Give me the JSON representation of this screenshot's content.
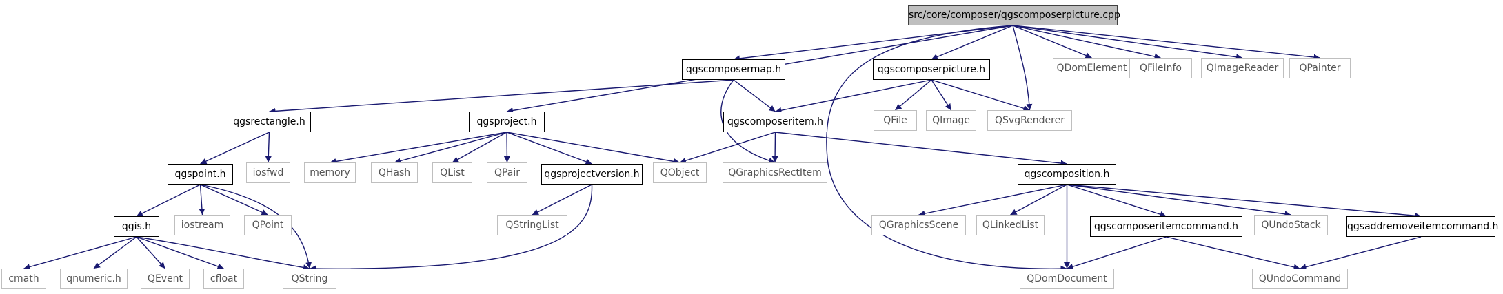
{
  "graph": {
    "edge_color": "#191970",
    "root_fill": "#bfbfbf",
    "external_border": "#bfbfbf",
    "nodes": {
      "root": {
        "label": "src/core/composer/qgscomposerpicture.cpp",
        "kind": "root"
      },
      "composermap": {
        "label": "qgscomposermap.h",
        "kind": "int"
      },
      "composerpicture_h": {
        "label": "qgscomposerpicture.h",
        "kind": "int"
      },
      "qdomelement": {
        "label": "QDomElement",
        "kind": "ext"
      },
      "qfileinfo": {
        "label": "QFileInfo",
        "kind": "ext"
      },
      "qimagereader": {
        "label": "QImageReader",
        "kind": "ext"
      },
      "qpainter": {
        "label": "QPainter",
        "kind": "ext"
      },
      "rectangle": {
        "label": "qgsrectangle.h",
        "kind": "int"
      },
      "project": {
        "label": "qgsproject.h",
        "kind": "int"
      },
      "composeritem": {
        "label": "qgscomposeritem.h",
        "kind": "int"
      },
      "qfile": {
        "label": "QFile",
        "kind": "ext"
      },
      "qimage": {
        "label": "QImage",
        "kind": "ext"
      },
      "qsvgrenderer": {
        "label": "QSvgRenderer",
        "kind": "ext"
      },
      "point": {
        "label": "qgspoint.h",
        "kind": "int"
      },
      "iosfwd": {
        "label": "iosfwd",
        "kind": "ext"
      },
      "memory": {
        "label": "memory",
        "kind": "ext"
      },
      "qhash": {
        "label": "QHash",
        "kind": "ext"
      },
      "qlist": {
        "label": "QList",
        "kind": "ext"
      },
      "qpair": {
        "label": "QPair",
        "kind": "ext"
      },
      "projectversion": {
        "label": "qgsprojectversion.h",
        "kind": "int"
      },
      "qobject": {
        "label": "QObject",
        "kind": "ext"
      },
      "qgraphicsrectitem": {
        "label": "QGraphicsRectItem",
        "kind": "ext"
      },
      "composition": {
        "label": "qgscomposition.h",
        "kind": "int"
      },
      "qgis": {
        "label": "qgis.h",
        "kind": "int"
      },
      "iostream": {
        "label": "iostream",
        "kind": "ext"
      },
      "qpoint": {
        "label": "QPoint",
        "kind": "ext"
      },
      "qstringlist": {
        "label": "QStringList",
        "kind": "ext"
      },
      "qgraphicsscene": {
        "label": "QGraphicsScene",
        "kind": "ext"
      },
      "qlinkedlist": {
        "label": "QLinkedList",
        "kind": "ext"
      },
      "composeritemcommand": {
        "label": "qgscomposeritemcommand.h",
        "kind": "int"
      },
      "qundostack": {
        "label": "QUndoStack",
        "kind": "ext"
      },
      "addremoveitemcommand": {
        "label": "qgsaddremoveitemcommand.h",
        "kind": "int"
      },
      "cmath": {
        "label": "cmath",
        "kind": "ext"
      },
      "qnumeric": {
        "label": "qnumeric.h",
        "kind": "ext"
      },
      "qevent": {
        "label": "QEvent",
        "kind": "ext"
      },
      "cfloat": {
        "label": "cfloat",
        "kind": "ext"
      },
      "qstring": {
        "label": "QString",
        "kind": "ext"
      },
      "qdomdocument": {
        "label": "QDomDocument",
        "kind": "ext"
      },
      "qundocommand": {
        "label": "QUndoCommand",
        "kind": "ext"
      }
    },
    "edges": [
      [
        "root",
        "composermap"
      ],
      [
        "root",
        "composerpicture_h"
      ],
      [
        "root",
        "qdomelement"
      ],
      [
        "root",
        "qfileinfo"
      ],
      [
        "root",
        "qimagereader"
      ],
      [
        "root",
        "qpainter"
      ],
      [
        "root",
        "project"
      ],
      [
        "root",
        "qsvgrenderer"
      ],
      [
        "root",
        "qdomdocument"
      ],
      [
        "composermap",
        "rectangle"
      ],
      [
        "composermap",
        "composeritem"
      ],
      [
        "composermap",
        "qgraphicsrectitem"
      ],
      [
        "composerpicture_h",
        "composeritem"
      ],
      [
        "composerpicture_h",
        "qfile"
      ],
      [
        "composerpicture_h",
        "qimage"
      ],
      [
        "composerpicture_h",
        "qsvgrenderer"
      ],
      [
        "rectangle",
        "point"
      ],
      [
        "rectangle",
        "iosfwd"
      ],
      [
        "project",
        "memory"
      ],
      [
        "project",
        "qhash"
      ],
      [
        "project",
        "qlist"
      ],
      [
        "project",
        "qpair"
      ],
      [
        "project",
        "projectversion"
      ],
      [
        "project",
        "qobject"
      ],
      [
        "composeritem",
        "qobject"
      ],
      [
        "composeritem",
        "qgraphicsrectitem"
      ],
      [
        "composeritem",
        "composition"
      ],
      [
        "point",
        "qgis"
      ],
      [
        "point",
        "iostream"
      ],
      [
        "point",
        "qpoint"
      ],
      [
        "point",
        "qstring"
      ],
      [
        "projectversion",
        "qstringlist"
      ],
      [
        "projectversion",
        "qstring"
      ],
      [
        "composition",
        "qgraphicsscene"
      ],
      [
        "composition",
        "qlinkedlist"
      ],
      [
        "composition",
        "qdomdocument"
      ],
      [
        "composition",
        "composeritemcommand"
      ],
      [
        "composition",
        "qundostack"
      ],
      [
        "composition",
        "addremoveitemcommand"
      ],
      [
        "qgis",
        "cmath"
      ],
      [
        "qgis",
        "qnumeric"
      ],
      [
        "qgis",
        "qevent"
      ],
      [
        "qgis",
        "cfloat"
      ],
      [
        "qgis",
        "qstring"
      ],
      [
        "composeritemcommand",
        "qdomdocument"
      ],
      [
        "composeritemcommand",
        "qundocommand"
      ],
      [
        "addremoveitemcommand",
        "qundocommand"
      ]
    ]
  }
}
